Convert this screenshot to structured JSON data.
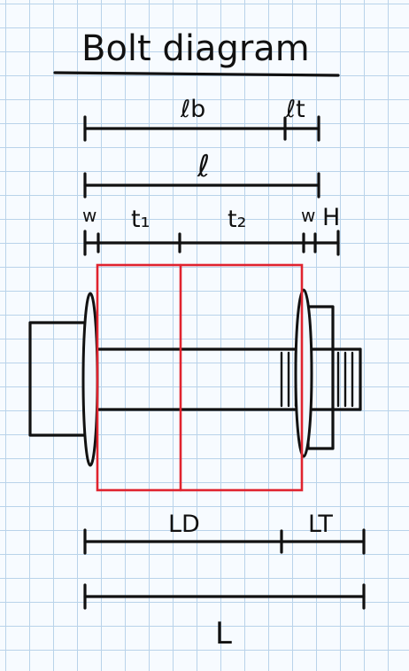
{
  "title": "Bolt diagram",
  "labels": {
    "l_b": "ℓb",
    "l_t": "ℓt",
    "l": "ℓ",
    "w_left": "w",
    "t1": "t₁",
    "t2": "t₂",
    "w_right": "w",
    "H": "H",
    "L_D": "LD",
    "L_T": "LT",
    "L": "L"
  },
  "colors": {
    "ink": "#111111",
    "member_outline": "#e0232e",
    "grid": "#b9d3ea",
    "paper": "#f7fbff"
  }
}
